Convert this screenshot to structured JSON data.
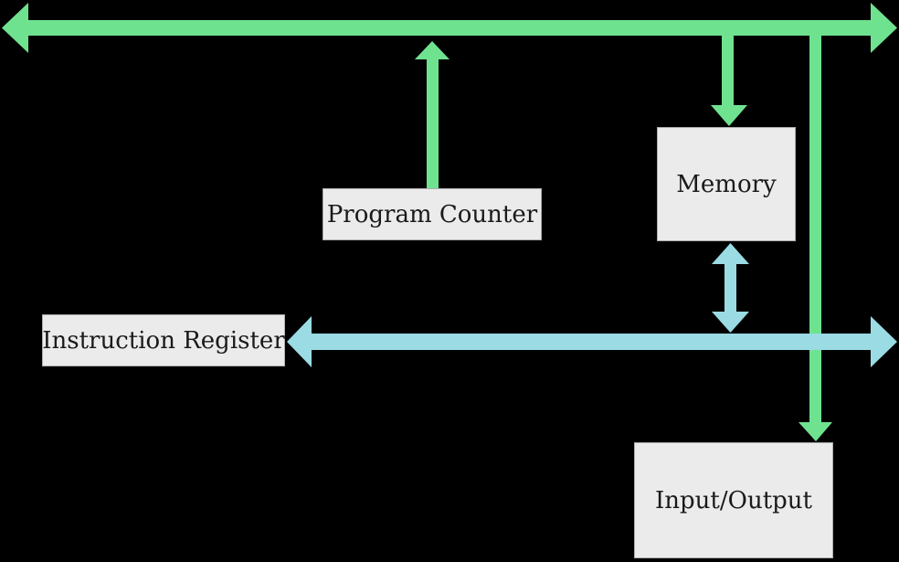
{
  "diagram": {
    "description": "CPU bus architecture block diagram",
    "background": "#000000",
    "colors": {
      "address_bus_green": "#6fe290",
      "data_bus_blue": "#9adbe4",
      "node_fill": "#ebebeb",
      "node_border": "#adadad",
      "node_text": "#1a1a1a"
    },
    "nodes": {
      "program_counter": {
        "label": "Program Counter"
      },
      "memory": {
        "label": "Memory"
      },
      "instruction_register": {
        "label": "Instruction Register"
      },
      "input_output": {
        "label": "Input/Output"
      }
    },
    "connectors": [
      {
        "id": "address-bus",
        "type": "horizontal-double-arrow",
        "color": "green",
        "from": "left-edge",
        "to": "right-edge"
      },
      {
        "id": "pc-to-address-bus",
        "type": "arrow-up",
        "color": "green",
        "from": "program_counter",
        "to": "address-bus"
      },
      {
        "id": "address-bus-to-memory",
        "type": "arrow-down",
        "color": "green",
        "from": "address-bus",
        "to": "memory"
      },
      {
        "id": "address-bus-to-io",
        "type": "arrow-down",
        "color": "green",
        "from": "address-bus",
        "to": "input_output"
      },
      {
        "id": "memory-to-data-bus",
        "type": "vertical-double-arrow",
        "color": "blue",
        "from": "memory",
        "to": "data-bus"
      },
      {
        "id": "data-bus",
        "type": "horizontal-double-arrow",
        "color": "blue",
        "from": "instruction_register",
        "to": "right-edge"
      }
    ]
  }
}
